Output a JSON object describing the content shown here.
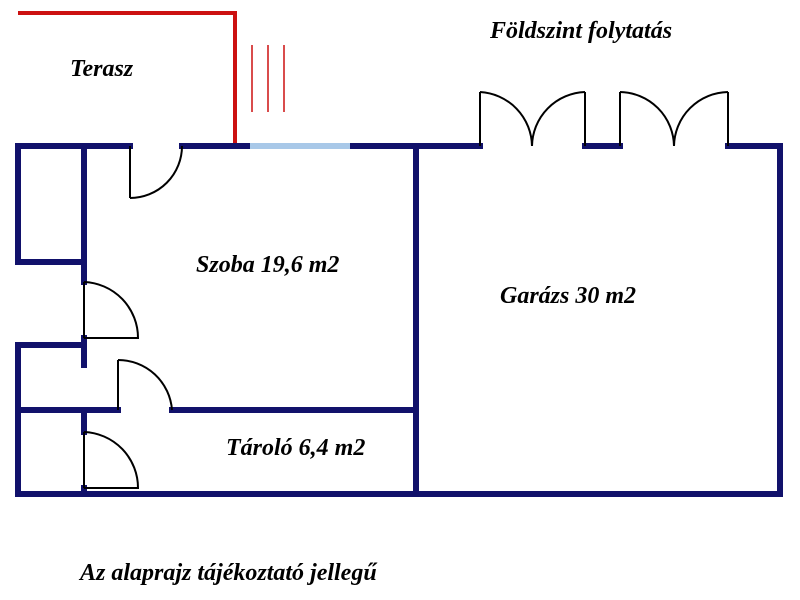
{
  "labels": {
    "terrace": "Terasz",
    "continuation": "Földszint folytatás",
    "room": "Szoba 19,6 m2",
    "garage": "Garázs 30 m2",
    "storage": "Tároló 6,4 m2",
    "disclaimer": "Az alaprajz tájékoztató jellegű"
  },
  "colors": {
    "wall": "#11116b",
    "terrace_line": "#cc1111",
    "window": "#a8c8e8",
    "door": "#000000"
  }
}
